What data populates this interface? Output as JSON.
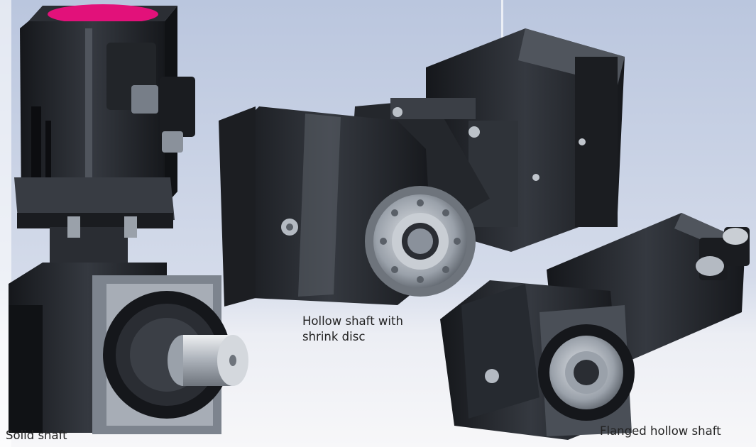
{
  "captions": {
    "solid_shaft": "Solid shaft",
    "hollow_shaft_line1": "Hollow shaft with",
    "hollow_shaft_line2": "shrink disc",
    "flanged_hollow_shaft": "Flanged hollow shaft"
  },
  "colors": {
    "backdrop_blue": "#c3cde2",
    "floor_light": "#eef0f5",
    "housing_dark": "#1d1f24",
    "housing_mid": "#3b3f46",
    "flange_metal": "#a7adb6",
    "shaft_steel": "#cfd3d8",
    "cover_magenta": "#e2117a",
    "caption_text": "#222222"
  }
}
